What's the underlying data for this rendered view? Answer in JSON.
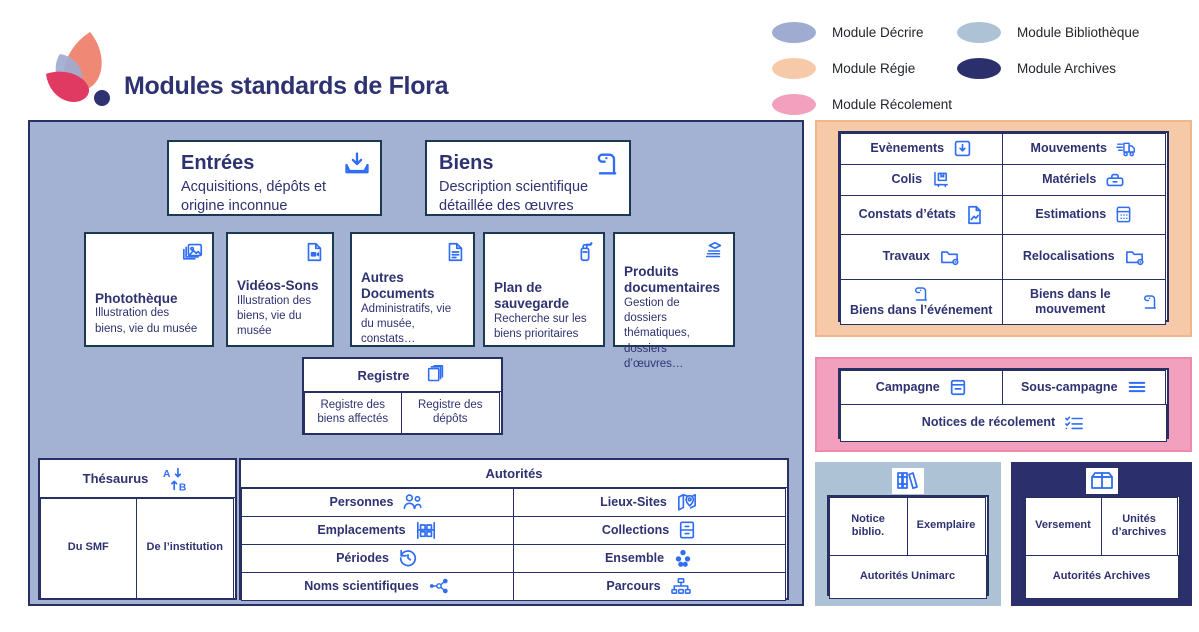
{
  "header": {
    "title": "Modules standards de Flora",
    "logo_name": "flora-flower-logo",
    "title_color": "#2e3270"
  },
  "legend": {
    "items": [
      {
        "label": "Module Décrire",
        "color": "#9fabd1"
      },
      {
        "label": "Module Régie",
        "color": "#f6c9a8"
      },
      {
        "label": "Module Récolement",
        "color": "#f2a0bd"
      },
      {
        "label": "Module Bibliothèque",
        "color": "#aec2d6"
      },
      {
        "label": "Module Archives",
        "color": "#2b2f6b"
      }
    ]
  },
  "decrire": {
    "panel_color": "#a3b2d3",
    "big_cards": [
      {
        "title": "Entrées",
        "desc": "Acquisitions, dépôts et origine inconnue",
        "icon": "inbox-download-icon"
      },
      {
        "title": "Biens",
        "desc": "Description scientifique détaillée des œuvres",
        "icon": "artwork-statue-icon"
      }
    ],
    "media_cards": [
      {
        "title": "Photothèque",
        "desc": "Illustration des biens, vie du musée",
        "icon": "photo-stack-icon"
      },
      {
        "title": "Vidéos-Sons",
        "desc": "Illustration des biens, vie du musée",
        "icon": "video-file-icon"
      },
      {
        "title": "Autres Documents",
        "desc": "Administratifs, vie du musée, constats…",
        "icon": "document-icon"
      },
      {
        "title": "Plan de sauvegarde",
        "desc": "Recherche sur les biens prioritaires",
        "icon": "fire-extinguisher-icon"
      },
      {
        "title": "Produits documentaires",
        "desc": "Gestion de dossiers thématiques, dossiers d’œuvres…",
        "icon": "document-products-icon"
      }
    ],
    "registre": {
      "title": "Registre",
      "icon": "books-stack-icon",
      "cells": [
        "Registre des biens affectés",
        "Registre des dépôts"
      ]
    },
    "thesaurus": {
      "title": "Thésaurus",
      "icon": "a-b-sort-icon",
      "cells": [
        "Du SMF",
        "De l’institution"
      ]
    },
    "autorites": {
      "title": "Autorités",
      "rows": [
        {
          "left": {
            "label": "Personnes",
            "icon": "people-icon"
          },
          "right": {
            "label": "Lieux-Sites",
            "icon": "map-pin-icon"
          }
        },
        {
          "left": {
            "label": "Emplacements",
            "icon": "shelf-icon"
          },
          "right": {
            "label": "Collections",
            "icon": "archive-drawer-icon"
          }
        },
        {
          "left": {
            "label": "Périodes",
            "icon": "history-clock-icon"
          },
          "right": {
            "label": "Ensemble",
            "icon": "hierarchy-group-icon"
          }
        },
        {
          "left": {
            "label": "Noms scientifiques",
            "icon": "molecule-icon"
          },
          "right": {
            "label": "Parcours",
            "icon": "sitemap-icon"
          }
        }
      ]
    }
  },
  "regie": {
    "panel_color": "#f6c9a8",
    "rows": [
      {
        "left": {
          "label": "Evènements",
          "icon": "inbox-arrow-icon"
        },
        "right": {
          "label": "Mouvements",
          "icon": "truck-icon"
        }
      },
      {
        "left": {
          "label": "Colis",
          "icon": "package-cart-icon"
        },
        "right": {
          "label": "Matériels",
          "icon": "toolbox-icon"
        }
      },
      {
        "left": {
          "label": "Constats d’états",
          "icon": "report-file-icon"
        },
        "right": {
          "label": "Estimations",
          "icon": "calculator-icon"
        }
      },
      {
        "left": {
          "label": "Travaux",
          "icon": "folder-gear-icon"
        },
        "right": {
          "label": "Relocalisations",
          "icon": "folder-gear-icon"
        }
      },
      {
        "left": {
          "label": "Biens dans l’événement",
          "icon": "artwork-statue-icon"
        },
        "right": {
          "label": "Biens dans le mouvement",
          "icon": "artwork-statue-icon"
        }
      }
    ]
  },
  "recolement": {
    "panel_color": "#f2a0bd",
    "top_cells": [
      {
        "label": "Campagne",
        "icon": "campaign-box-icon"
      },
      {
        "label": "Sous-campagne",
        "icon": "lines-icon"
      }
    ],
    "bottom_cell": {
      "label": "Notices de récolement",
      "icon": "checklist-icon"
    }
  },
  "bibliotheque": {
    "panel_color": "#aec2d6",
    "icon": "books-library-icon",
    "top_cells": [
      "Notice biblio.",
      "Exemplaire"
    ],
    "bottom_cell": "Autorités Unimarc"
  },
  "archives": {
    "panel_color": "#2b2f6b",
    "icon": "archive-box-icon",
    "top_cells": [
      "Versement",
      "Unités d’archives"
    ],
    "bottom_cell": "Autorités Archives"
  }
}
